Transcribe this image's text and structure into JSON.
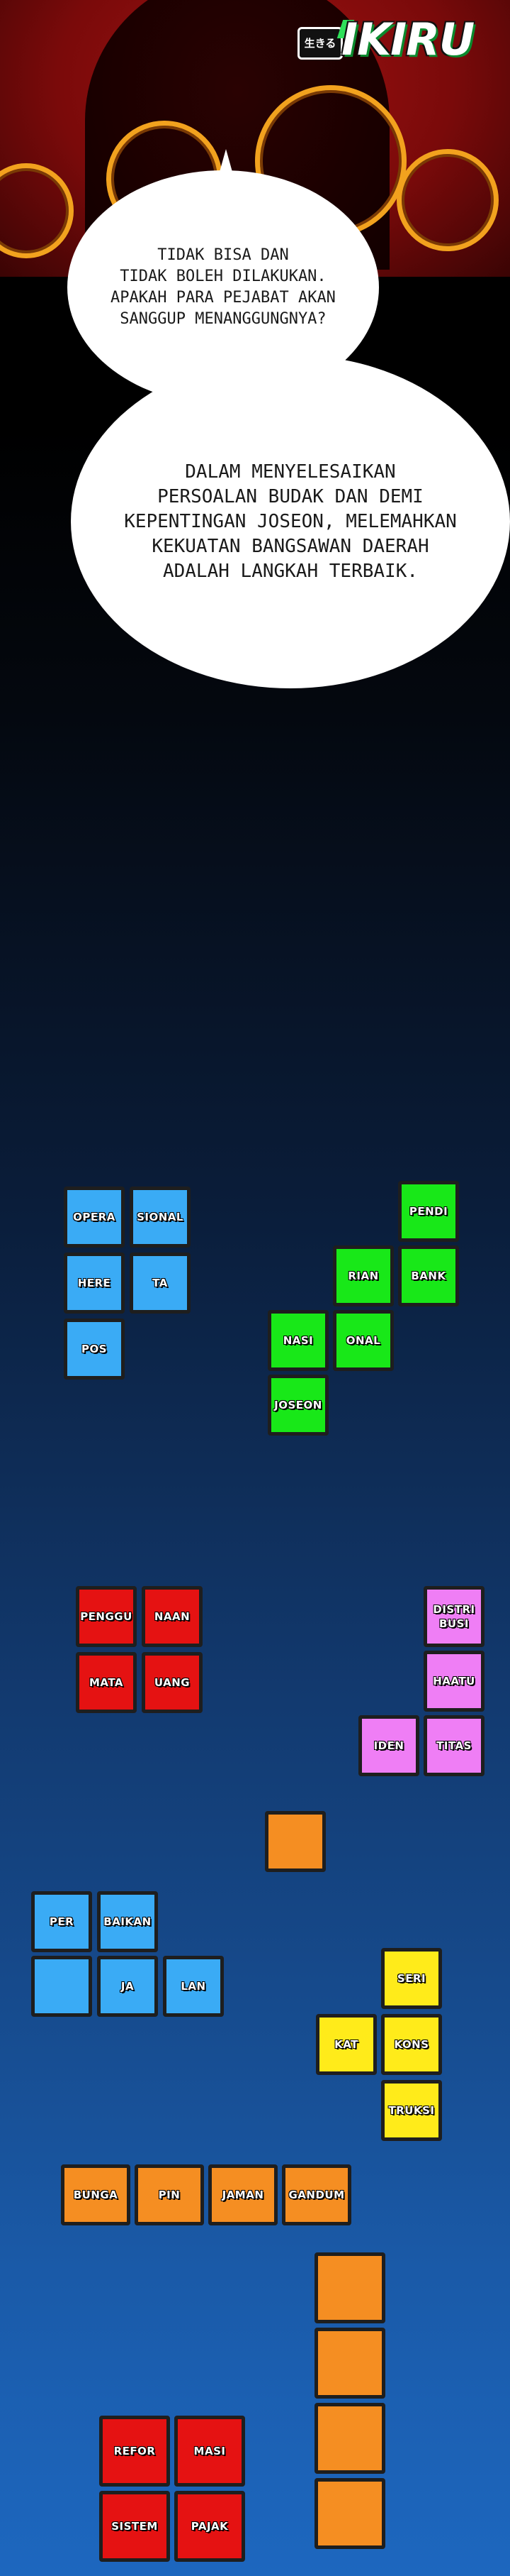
{
  "logo": {
    "badge": "生きる",
    "name": "IKIRU"
  },
  "bubbles": {
    "first": "TIDAK BISA DAN\nTIDAK BOLEH DILAKUKAN.\nAPAKAH PARA PEJABAT AKAN\nSANGGUP MENANGGUNGNYA?",
    "second": "DALAM MENYELESAIKAN\nPERSOALAN BUDAK DAN DEMI\nKEPENTINGAN JOSEON, MELEMAHKAN\nKEKUATAN BANGSAWAN DAERAH\nADALAH LANGKAH TERBAIK."
  },
  "blocks": {
    "blue_top": [
      "OPERA",
      "SIONAL",
      "HERE",
      "TA",
      "POS"
    ],
    "green": [
      "PENDI",
      "RIAN",
      "BANK",
      "NASI",
      "ONAL",
      "JOSEON"
    ],
    "red_top": [
      "PENGGU",
      "NAAN",
      "MATA",
      "UANG"
    ],
    "pink": [
      "DISTRI\nBUSI",
      "HAATU",
      "IDEN",
      "TITAS"
    ],
    "blue_bottom": [
      "PER",
      "BAIKAN",
      "",
      "JA",
      "LAN"
    ],
    "yellow": [
      "SERI",
      "KAT",
      "KONS",
      "TRUKSI"
    ],
    "orange_row": [
      "BUNGA",
      "PIN",
      "JAMAN",
      "GANDUM"
    ],
    "red_bottom": [
      "REFOR",
      "MASI",
      "SISTEM",
      "PAJAK"
    ]
  },
  "colors": {
    "blue": "#3aabf5",
    "green": "#18e818",
    "red": "#e51212",
    "pink": "#ef7ef5",
    "orange": "#f58e22",
    "yellow": "#ffeb1a"
  }
}
